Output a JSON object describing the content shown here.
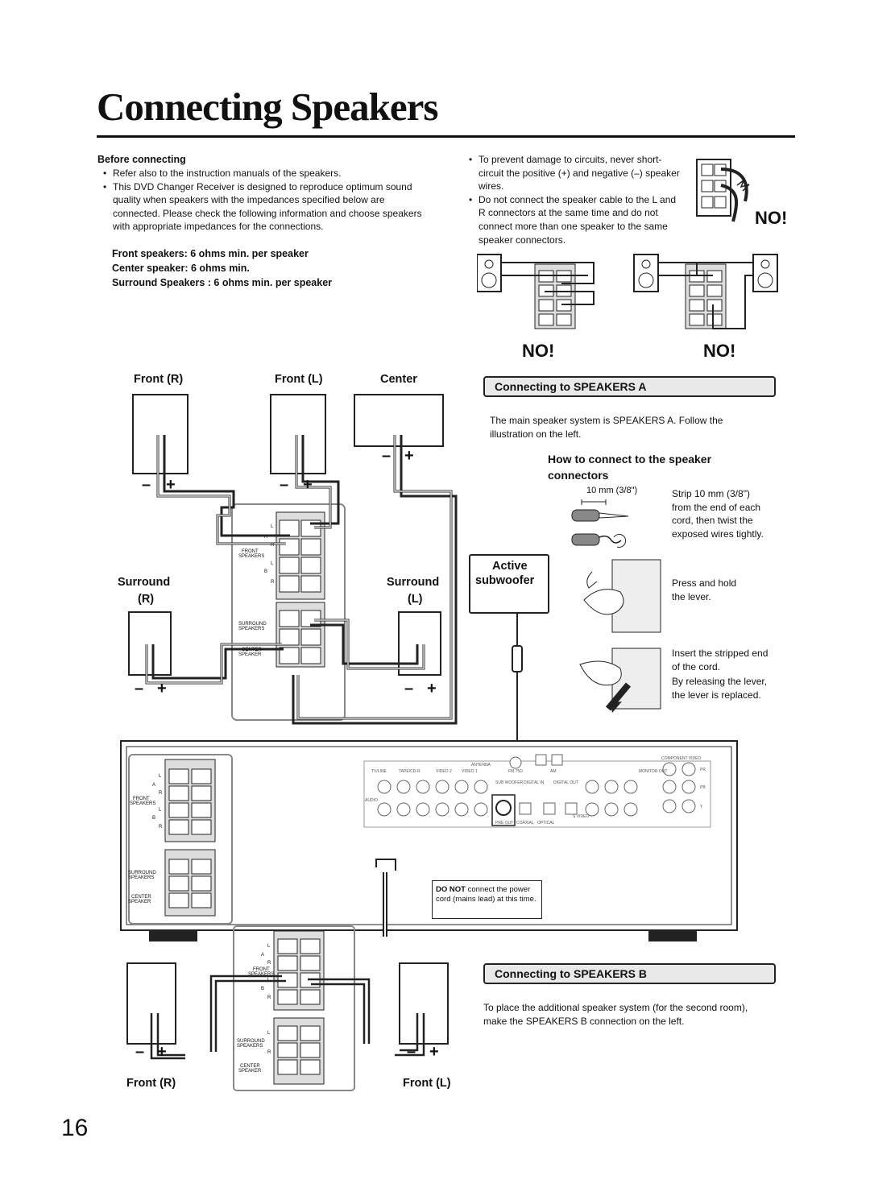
{
  "page": {
    "title": "Connecting Speakers",
    "number": "16"
  },
  "before": {
    "heading": "Before connecting",
    "bullets": [
      "Refer also to the instruction manuals of the speakers.",
      "This DVD Changer Receiver is designed to reproduce optimum sound quality when speakers with the impedances specified below are connected. Please check the following information and choose speakers with appropriate impedances for the connections."
    ],
    "impedance": [
      "Front speakers: 6 ohms min. per speaker",
      "Center speaker: 6 ohms min.",
      "Surround Speakers : 6 ohms min. per speaker"
    ]
  },
  "warnings": {
    "bullets": [
      "To prevent damage to circuits, never short-circuit the positive (+) and negative (–) speaker wires.",
      "Do not connect the speaker cable to the L and R connectors at the same time and do not connect more than one speaker to the same speaker connectors."
    ],
    "no": "NO!"
  },
  "speakers_a": {
    "heading": "Connecting to SPEAKERS A",
    "text": "The main speaker system is SPEAKERS A. Follow the illustration on the left."
  },
  "how_to": {
    "heading": "How to connect to the speaker connectors",
    "measure": "10 mm (3/8\")",
    "step1": "Strip 10 mm (3/8\") from the end of each cord, then twist the exposed wires tightly.",
    "step2": "Press and hold the lever.",
    "step3": "Insert the stripped end of the cord.",
    "step4": "By releasing the lever, the lever is replaced."
  },
  "labels": {
    "front_r": "Front (R)",
    "front_l": "Front (L)",
    "center": "Center",
    "surround": "Surround",
    "r": "(R)",
    "l": "(L)",
    "active": "Active",
    "subwoofer": "subwoofer",
    "minus": "–",
    "plus": "+"
  },
  "terminal": {
    "L": "L",
    "R": "R",
    "A": "A",
    "B": "B",
    "front_speakers": [
      "FRONT",
      "SPEAKERS"
    ],
    "surround_speakers": [
      "SURROUND",
      "SPEAKERS"
    ],
    "center_speaker": [
      "CENTER",
      "SPEAKER"
    ]
  },
  "rear_panel": {
    "antenna": "ANTENNA",
    "fm": "FM 75Ω",
    "am": "AM",
    "inputs": [
      "TV/LINE",
      "TAPE/CD-R",
      "VIDEO 2",
      "VIDEO 1"
    ],
    "in": "IN",
    "out": "OUT",
    "audio": "AUDIO",
    "sub_woofer": "SUB WOOFER",
    "pre_out": "PRE OUT",
    "digital_in": "DIGITAL IN",
    "digital_out": "DIGITAL OUT",
    "coaxial": "COAXIAL",
    "optical": "OPTICAL",
    "monitor_out": "MONITOR OUT",
    "component_video": "COMPONENT VIDEO",
    "s_video": "S VIDEO",
    "video_labels": [
      "Y",
      "PB",
      "PR"
    ]
  },
  "power_note": {
    "bold": "DO NOT",
    "text": " connect the power cord (mains lead) at this time."
  },
  "speakers_b": {
    "heading": "Connecting to SPEAKERS B",
    "text": "To place the additional speaker system (for the second room), make the SPEAKERS B connection on the left."
  }
}
